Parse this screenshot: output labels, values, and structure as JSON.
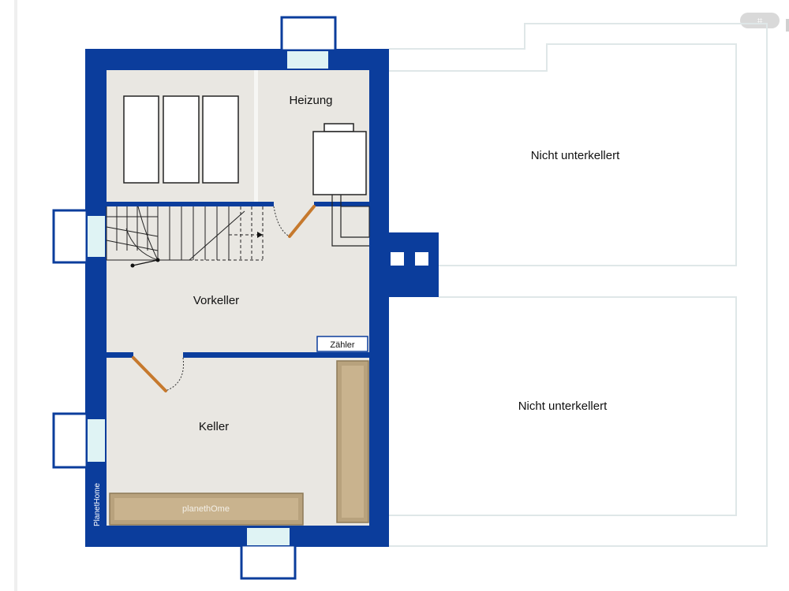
{
  "rooms": {
    "heizung": "Heizung",
    "vorkeller": "Vorkeller",
    "keller": "Keller",
    "zaehler": "Zähler",
    "nicht_unterkellert_top": "Nicht unterkellert",
    "nicht_unterkellert_bottom": "Nicht unterkellert"
  },
  "branding": {
    "watermark": "planethOme",
    "side_logo": "PlanetHome"
  },
  "toolbar": {
    "crop_icon": "⌗"
  },
  "colors": {
    "wall": "#0b3d9c",
    "floor": "#e9e7e2",
    "window_glass": "#dff3f4",
    "door": "#c6792d",
    "furniture": "#b8a27d",
    "outline": "#dfe7e8"
  }
}
